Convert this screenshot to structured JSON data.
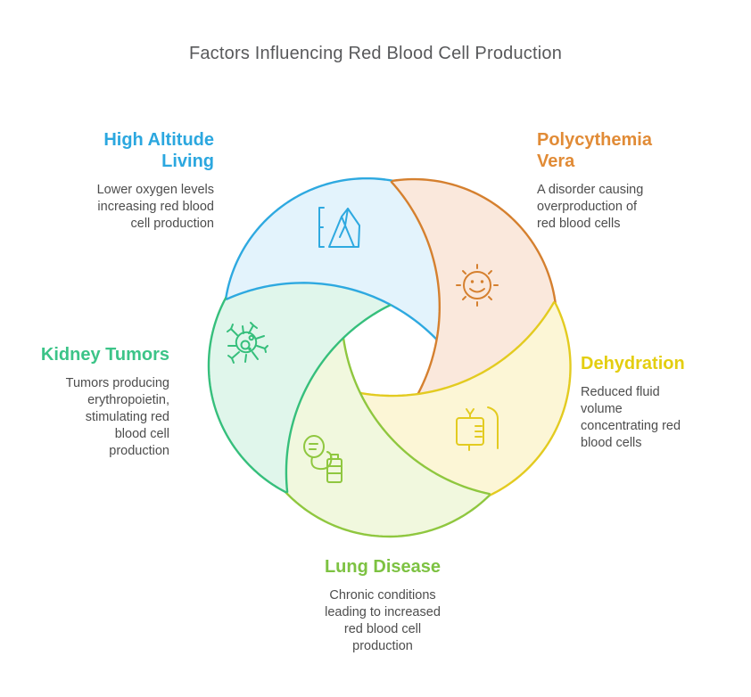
{
  "title": {
    "text": "Factors Influencing Red Blood Cell Production",
    "color": "#58595b"
  },
  "description_text_color": "#4d4d4d",
  "factors": [
    {
      "id": "high-altitude",
      "heading": "High Altitude\nLiving",
      "description": "Lower oxygen levels\nincreasing red blood\ncell production",
      "heading_color": "#2ba7df",
      "stroke_color": "#2ea9e0",
      "fill_color": "#e3f3fc",
      "icon": "mountain-icon"
    },
    {
      "id": "polycythemia",
      "heading": "Polycythemia\nVera",
      "description": "A disorder causing\noverproduction of\nred blood cells",
      "heading_color": "#e18b36",
      "stroke_color": "#d5802f",
      "fill_color": "#fae8dc",
      "icon": "cell-smiley-icon"
    },
    {
      "id": "dehydration",
      "heading": "Dehydration",
      "description": "Reduced fluid\nvolume\nconcentrating red\nblood cells",
      "heading_color": "#e4ce10",
      "stroke_color": "#e3cb20",
      "fill_color": "#fcf6d6",
      "icon": "iv-bag-icon"
    },
    {
      "id": "lung-disease",
      "heading": "Lung Disease",
      "description": "Chronic conditions\nleading to increased\nred blood cell\nproduction",
      "heading_color": "#7dc242",
      "stroke_color": "#8fc73f",
      "fill_color": "#f1f8de",
      "icon": "inhaler-icon"
    },
    {
      "id": "kidney-tumors",
      "heading": "Kidney Tumors",
      "description": "Tumors producing\nerythropoietin,\nstimulating red\nblood cell\nproduction",
      "heading_color": "#3cc488",
      "stroke_color": "#36bf7c",
      "fill_color": "#e0f6eb",
      "icon": "tumor-cell-icon"
    }
  ]
}
